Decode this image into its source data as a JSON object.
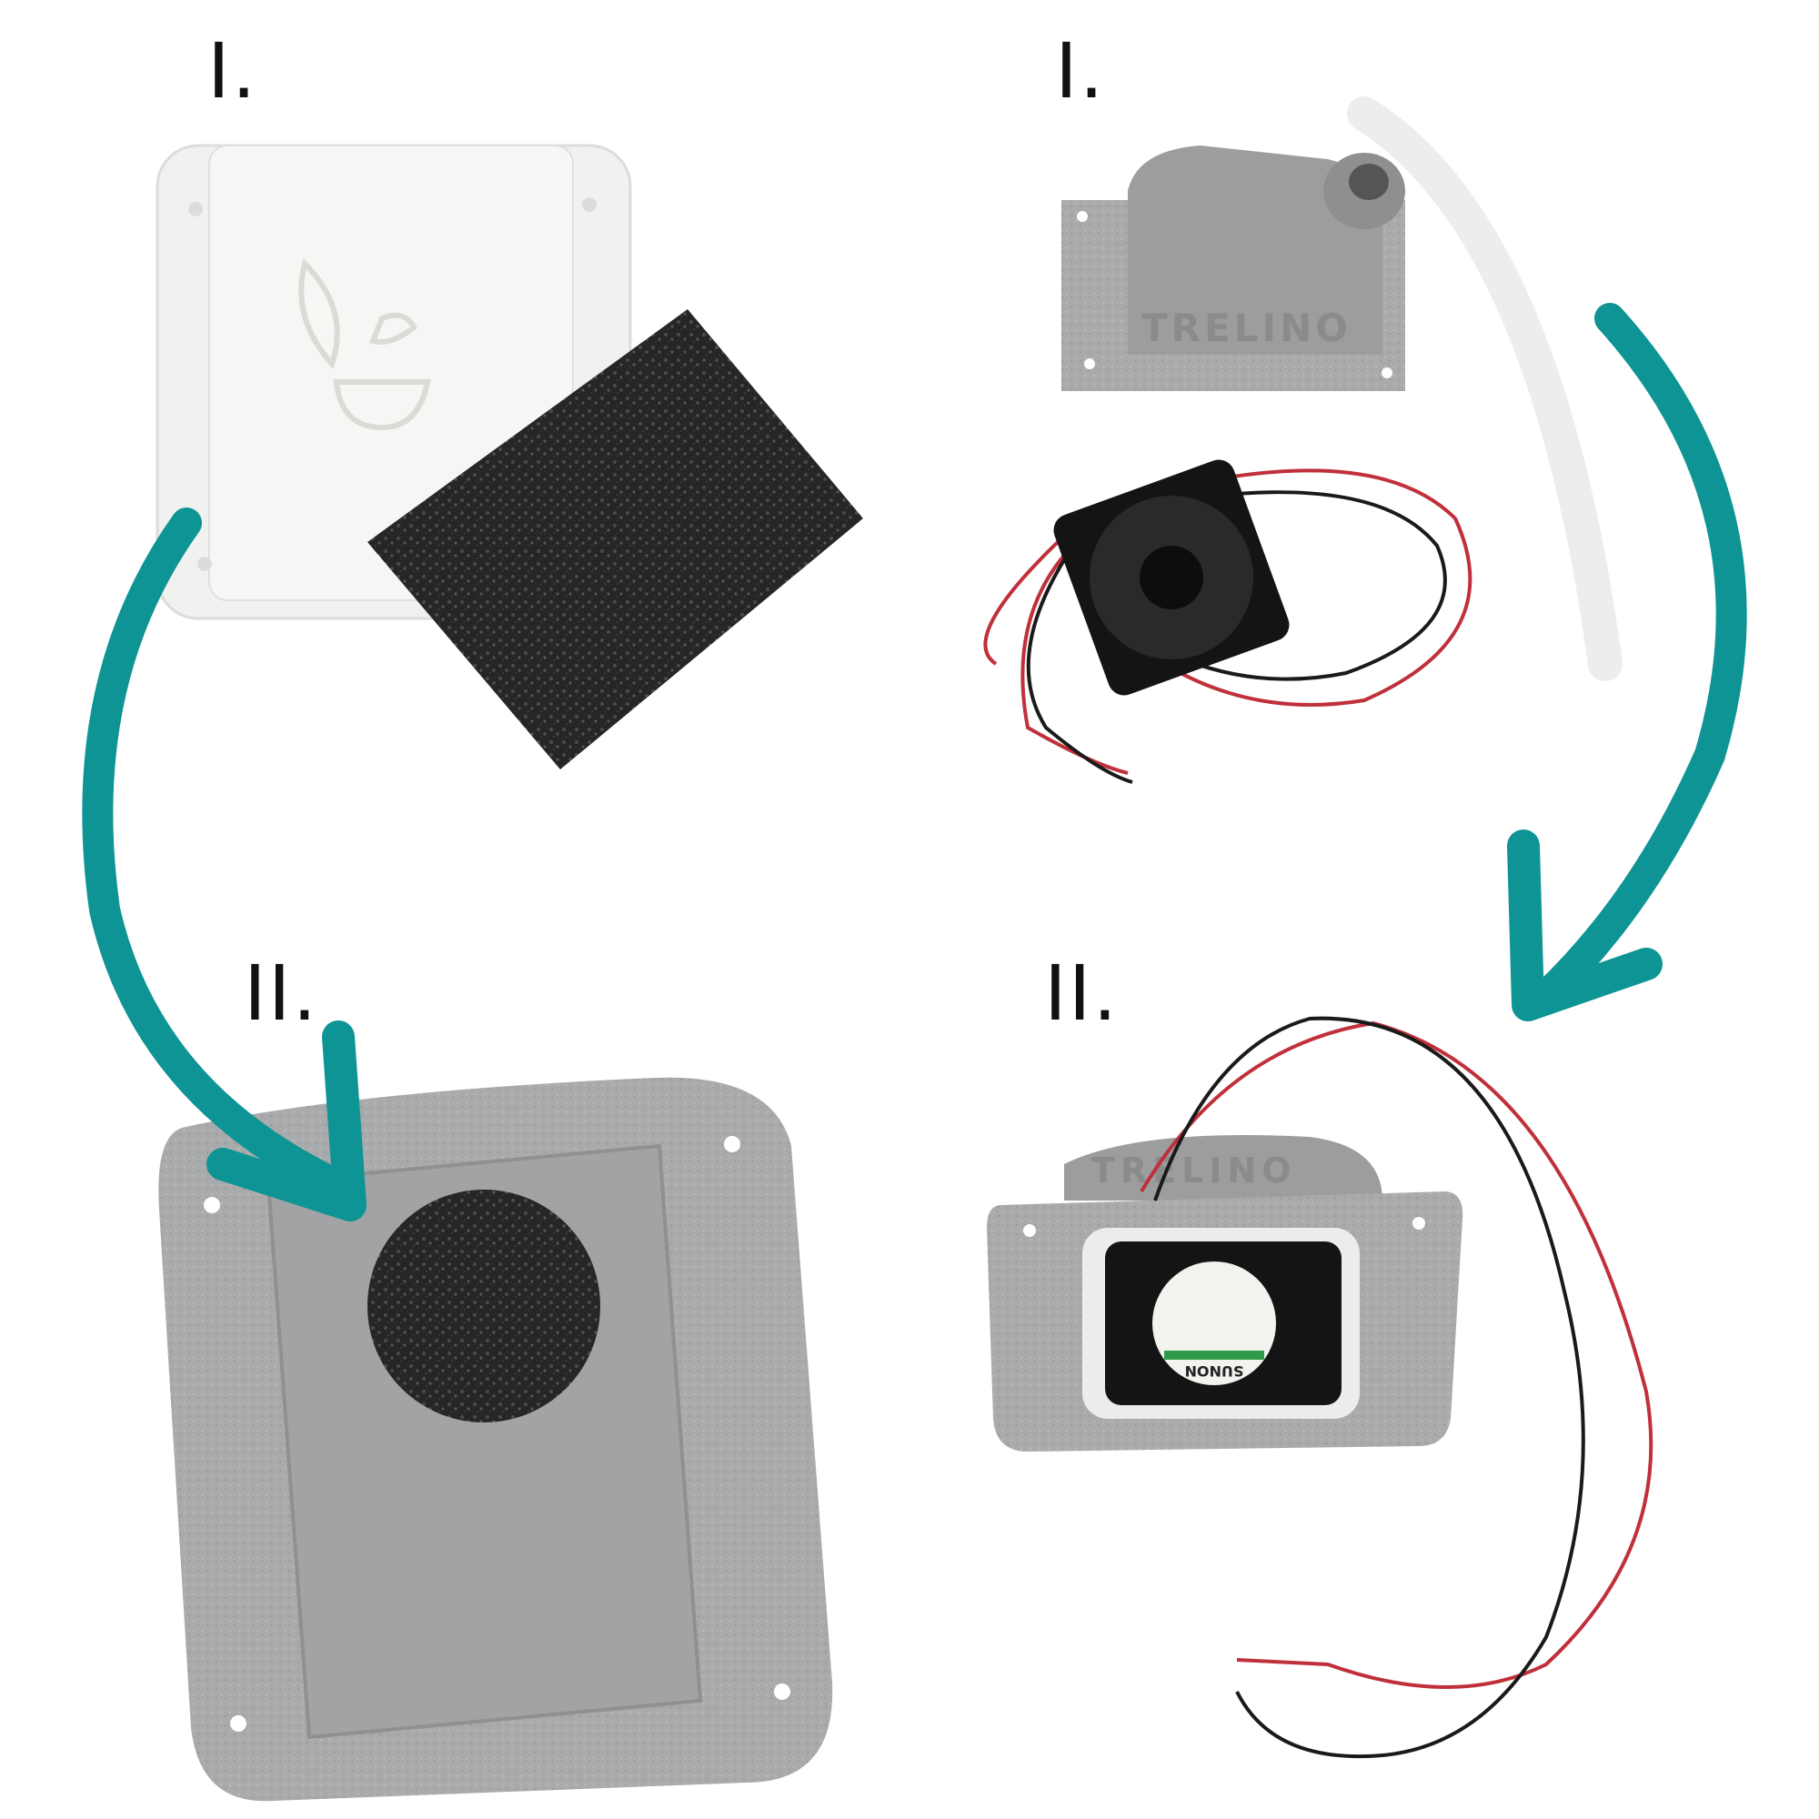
{
  "labels": {
    "top_left": "I.",
    "top_right": "I.",
    "bottom_left": "II.",
    "bottom_right": "II."
  },
  "logos": {
    "enclosure_emboss": "TRELINO",
    "fan_brand": "SUNON"
  },
  "colors": {
    "arrow": "#0e9494",
    "white_case": "#f1f1ef",
    "gray_case": "#a9aaac",
    "foam": "#262626",
    "wire_red": "#c0303a",
    "wire_black": "#1a1a1a"
  }
}
